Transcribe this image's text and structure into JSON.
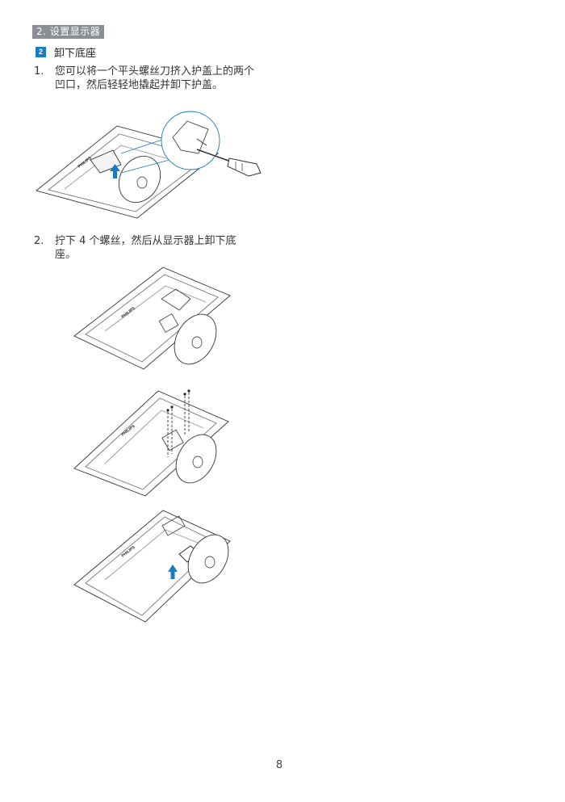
{
  "section": {
    "tag": "2. 设置显示器"
  },
  "subsection": {
    "number": "2",
    "title": "卸下底座"
  },
  "steps": [
    {
      "num": "1.",
      "text": "您可以将一个平头螺丝刀挤入护盖上的两个凹口，然后轻轻地撬起并卸下护盖。"
    },
    {
      "num": "2.",
      "text": "拧下 4 个螺丝，然后从显示器上卸下底座。"
    }
  ],
  "figures": {
    "brand": "PHILIPS",
    "illustrations": [
      "cover-removal",
      "base-with-screws",
      "screws-removed",
      "base-lift"
    ]
  },
  "page": {
    "number": "8"
  }
}
